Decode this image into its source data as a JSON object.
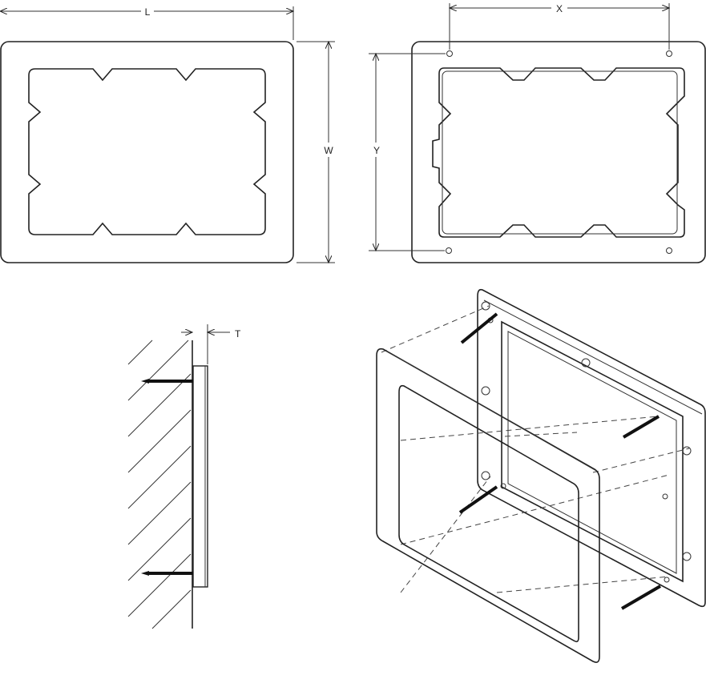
{
  "dimensions": {
    "length_label": "L",
    "width_label": "W",
    "hole_spacing_x_label": "X",
    "hole_spacing_y_label": "Y",
    "thickness_label": "T"
  },
  "colors": {
    "line": "#222222",
    "background": "#ffffff"
  }
}
